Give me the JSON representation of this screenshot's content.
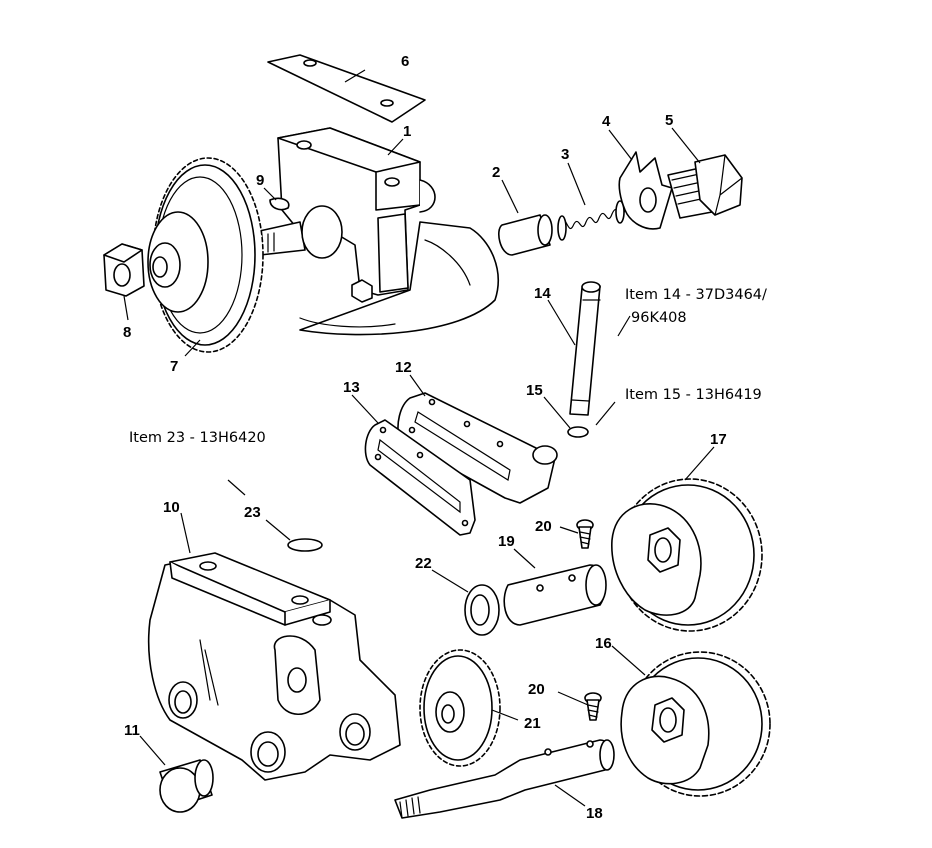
{
  "callouts": {
    "c1": "1",
    "c2": "2",
    "c3": "3",
    "c4": "4",
    "c5": "5",
    "c6": "6",
    "c7": "7",
    "c8": "8",
    "c9": "9",
    "c10": "10",
    "c11": "11",
    "c12": "12",
    "c13": "13",
    "c14": "14",
    "c15": "15",
    "c16": "16",
    "c17": "17",
    "c18": "18",
    "c19": "19",
    "c20a": "20",
    "c20b": "20",
    "c21": "21",
    "c22": "22",
    "c23": "23"
  },
  "notes": {
    "item14_line1": "Item 14 - 37D3464/",
    "item14_line2": "96K408",
    "item15": "Item 15 - 13H6419",
    "item23": "Item 23 - 13H6420"
  }
}
